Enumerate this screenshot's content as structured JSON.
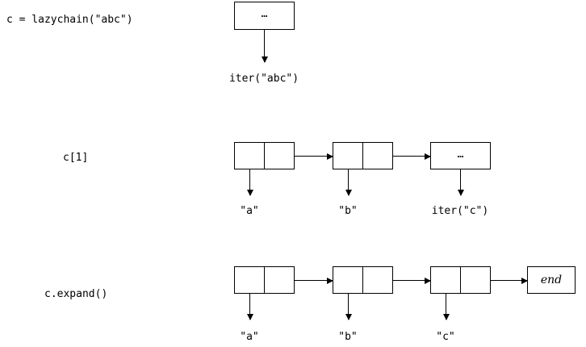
{
  "diagram": {
    "title_rows": [
      {
        "id": "row1",
        "label": "c = lazychain(\"abc\")"
      },
      {
        "id": "row2",
        "label": "c[1]"
      },
      {
        "id": "row3",
        "label": "c.expand()"
      }
    ],
    "colors": {
      "background": "#ffffff",
      "stroke": "#000000",
      "text": "#000000"
    },
    "row1": {
      "node": {
        "cell_text": "…"
      },
      "target_label": "iter(\"abc\")"
    },
    "row2": {
      "nodes": [
        {
          "left_text": "",
          "right_text": ""
        },
        {
          "left_text": "",
          "right_text": ""
        },
        {
          "single_text": "…"
        }
      ],
      "value_labels": [
        "\"a\"",
        "\"b\"",
        "iter(\"c\")"
      ]
    },
    "row3": {
      "nodes": [
        {
          "left_text": "",
          "right_text": ""
        },
        {
          "left_text": "",
          "right_text": ""
        },
        {
          "left_text": "",
          "right_text": ""
        },
        {
          "single_text": "end"
        }
      ],
      "value_labels": [
        "\"a\"",
        "\"b\"",
        "\"c\""
      ]
    }
  }
}
